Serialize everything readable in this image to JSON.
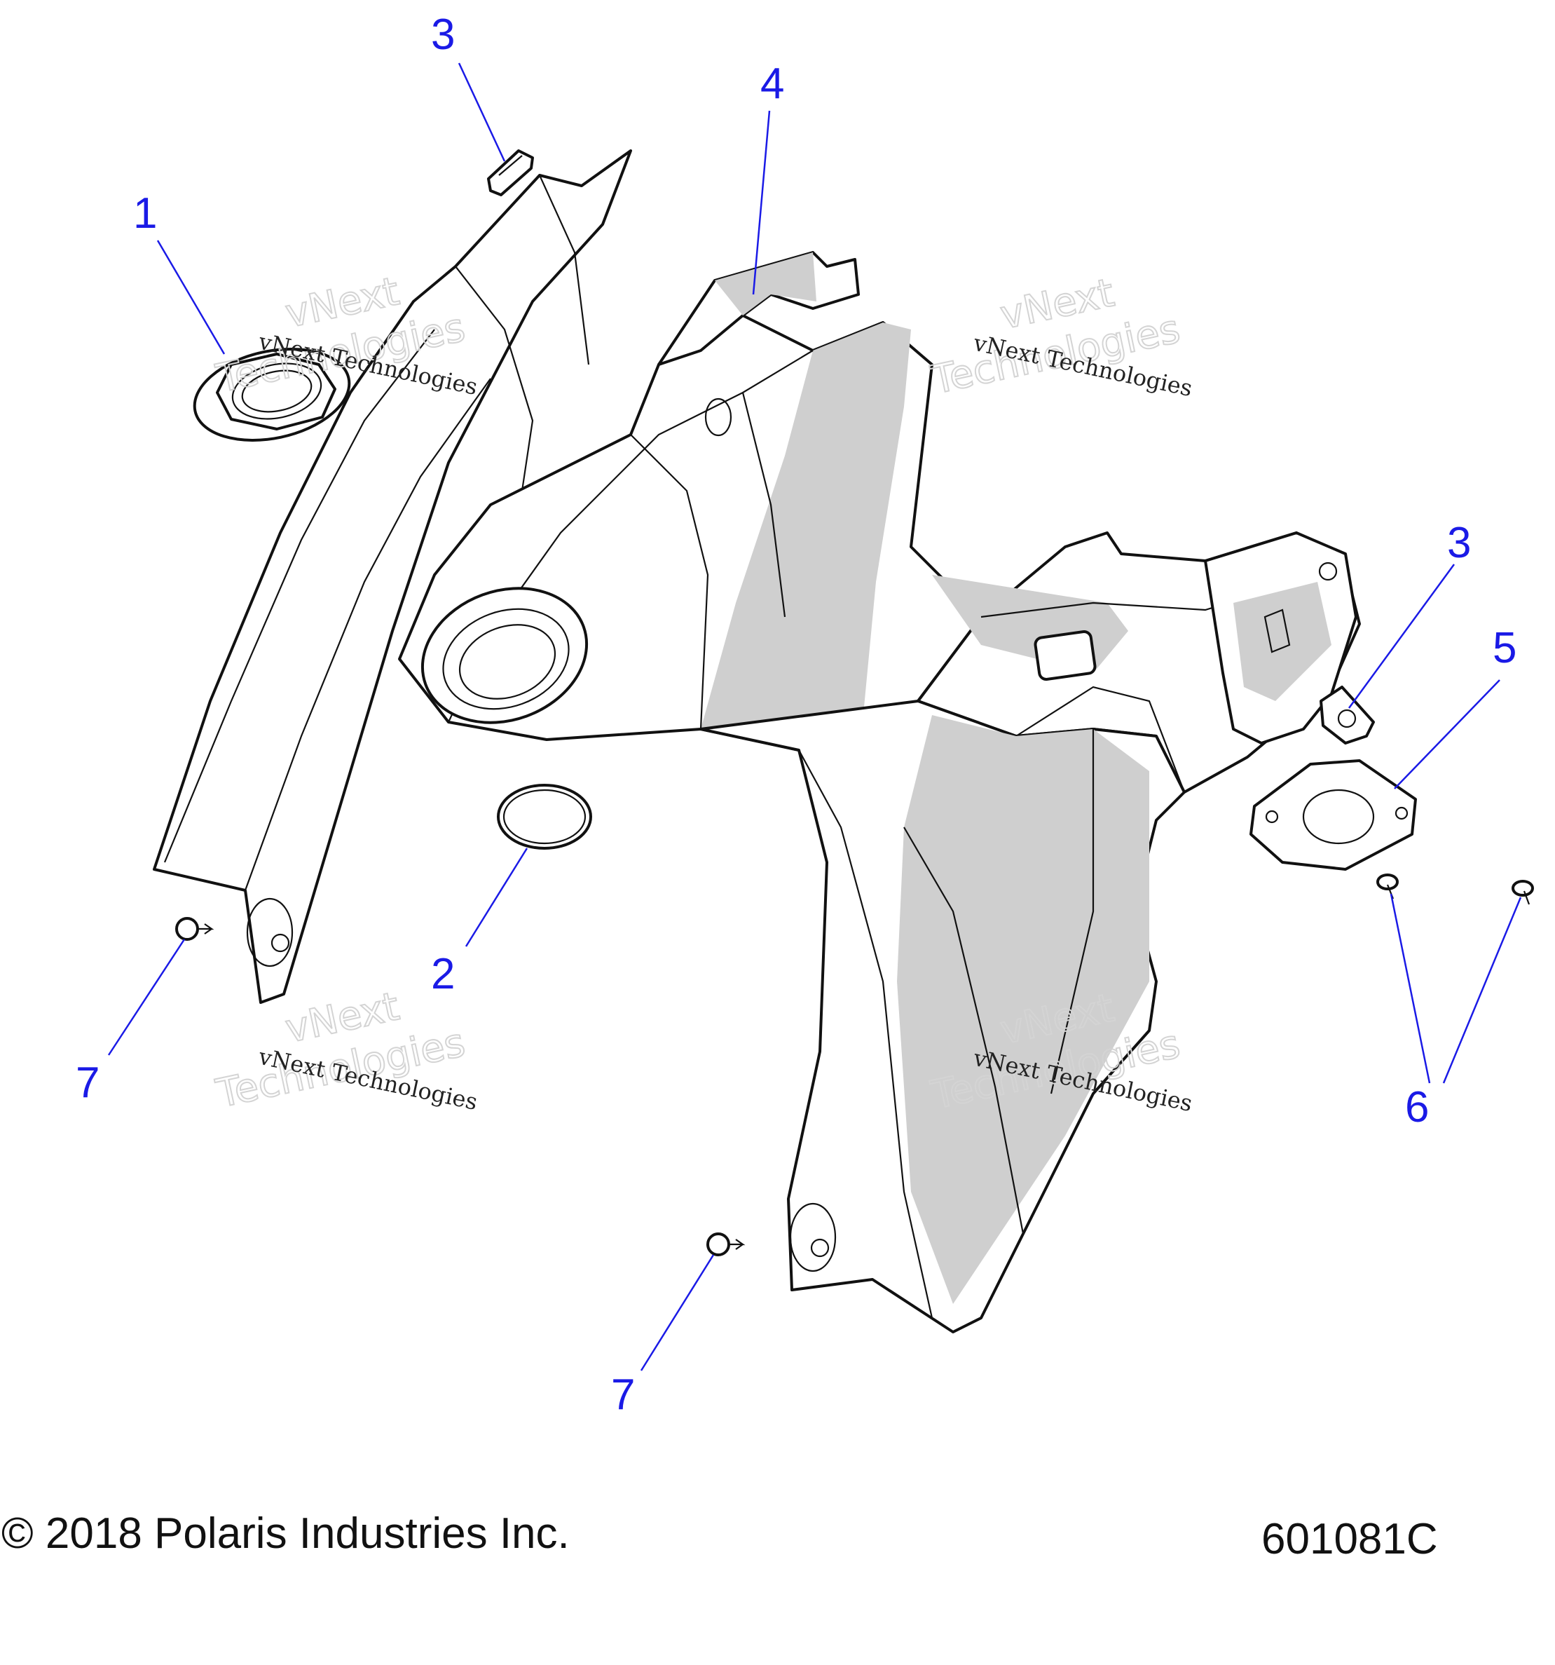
{
  "callouts": {
    "c1": "1",
    "c2": "2",
    "c3a": "3",
    "c3b": "3",
    "c4": "4",
    "c5": "5",
    "c6": "6",
    "c7a": "7",
    "c7b": "7"
  },
  "watermark": {
    "line1": "vNext Technologies",
    "line2a": "vNext",
    "line2b": "Technologies"
  },
  "footer": {
    "copyright": "© 2018 Polaris Industries Inc.",
    "code": "601081C"
  },
  "colors": {
    "callout": "#1a1ae6",
    "line": "#111111",
    "shade": "#cfcfcf"
  }
}
